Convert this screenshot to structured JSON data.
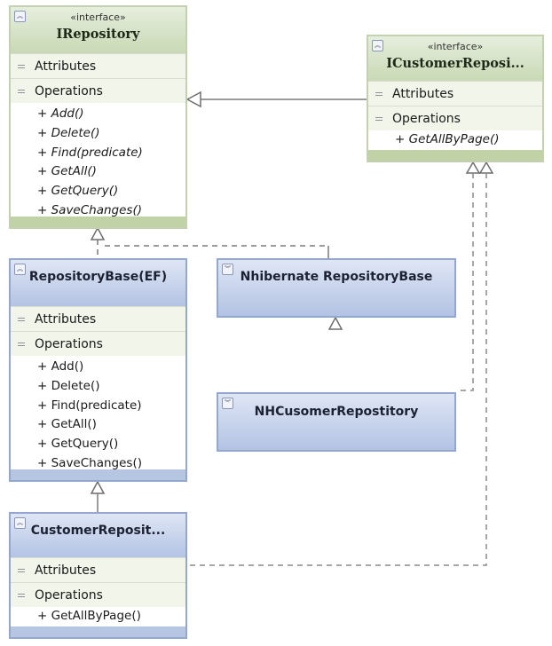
{
  "diagram": {
    "type": "UML class diagram",
    "classes": {
      "irepository": {
        "stereotype": "«interface»",
        "name": "IRepository",
        "attributes_label": "Attributes",
        "operations_label": "Operations",
        "operations": [
          "+ Add()",
          "+ Delete()",
          "+ Find(predicate)",
          "+ GetAll()",
          "+ GetQuery()",
          "+ SaveChanges()"
        ]
      },
      "icustomer": {
        "stereotype": "«interface»",
        "name": "ICustomerReposi...",
        "attributes_label": "Attributes",
        "operations_label": "Operations",
        "operations": [
          "+ GetAllByPage()"
        ]
      },
      "repobase": {
        "name": "RepositoryBase(EF)",
        "attributes_label": "Attributes",
        "operations_label": "Operations",
        "operations": [
          "+ Add()",
          "+ Delete()",
          "+ Find(predicate)",
          "+ GetAll()",
          "+ GetQuery()",
          "+ SaveChanges()"
        ]
      },
      "nhbase": {
        "name": "Nhibernate RepositoryBase"
      },
      "nhcustomer": {
        "name": "NHCusomerRepostitory"
      },
      "customer": {
        "name": "CustomerReposit...",
        "attributes_label": "Attributes",
        "operations_label": "Operations",
        "operations": [
          "+ GetAllByPage()"
        ]
      }
    },
    "relationships": [
      {
        "from": "ICustomerReposi...",
        "to": "IRepository",
        "kind": "generalization"
      },
      {
        "from": "RepositoryBase(EF)",
        "to": "IRepository",
        "kind": "realization"
      },
      {
        "from": "Nhibernate RepositoryBase",
        "to": "IRepository",
        "kind": "realization"
      },
      {
        "from": "NHCusomerRepostitory",
        "to": "Nhibernate RepositoryBase",
        "kind": "generalization"
      },
      {
        "from": "NHCusomerRepostitory",
        "to": "ICustomerReposi...",
        "kind": "realization"
      },
      {
        "from": "CustomerReposit...",
        "to": "RepositoryBase(EF)",
        "kind": "generalization"
      },
      {
        "from": "CustomerReposit...",
        "to": "ICustomerReposi...",
        "kind": "realization"
      }
    ],
    "colors": {
      "interface_border": "#c3d1b0",
      "interface_header": "#c9d9b5",
      "class_border": "#94a8cf",
      "class_header": "#b3c3e4",
      "connector": "#7a7a7a"
    }
  }
}
